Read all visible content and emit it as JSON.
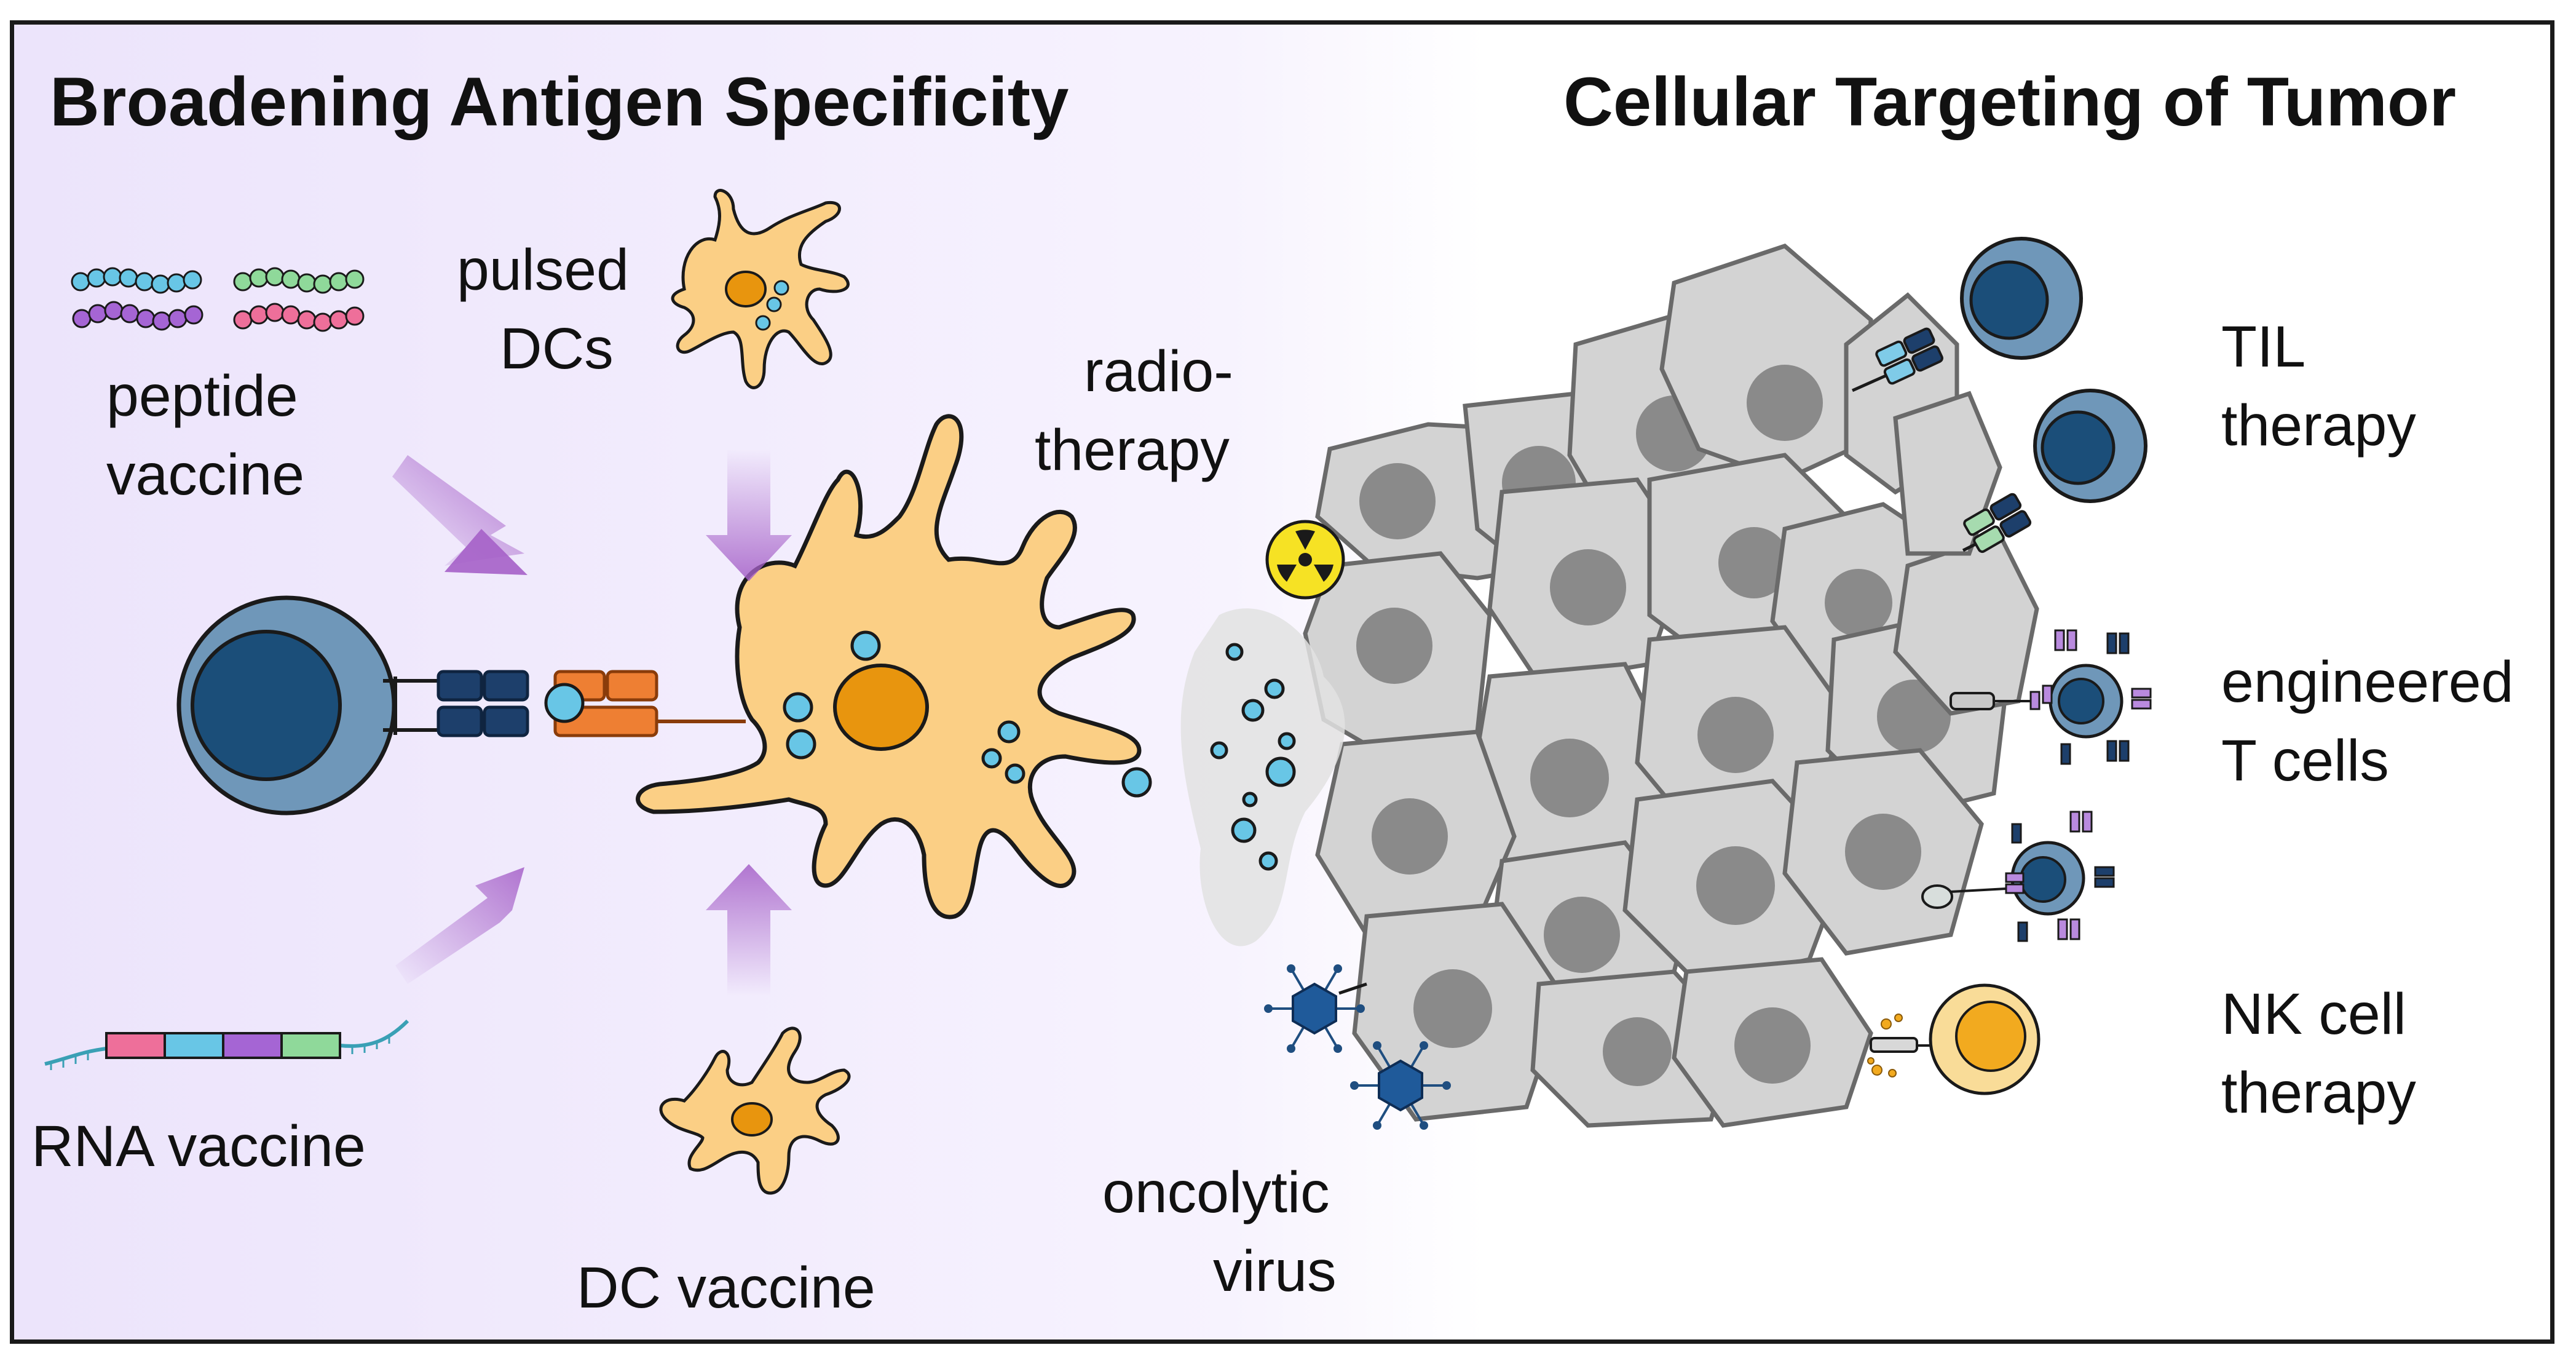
{
  "headings": {
    "left": "Broadening Antigen Specificity",
    "right": "Cellular Targeting of Tumor"
  },
  "labels": {
    "peptide_vaccine": [
      "peptide",
      "vaccine"
    ],
    "pulsed_dcs": [
      "pulsed",
      "DCs"
    ],
    "rna_vaccine": "RNA vaccine",
    "dc_vaccine": "DC vaccine",
    "radiotherapy": [
      "radio-",
      "therapy"
    ],
    "oncolytic_virus": [
      "oncolytic",
      "virus"
    ],
    "til_therapy": [
      "TIL",
      "therapy"
    ],
    "engineered_t_cells": [
      "engineered",
      "T cells"
    ],
    "nk_cell_therapy": [
      "NK cell",
      "therapy"
    ]
  },
  "colors": {
    "t_cell_outer": "#6f97b9",
    "t_cell_nucleus": "#1b4e79",
    "dendritic_cell": "#fbcf85",
    "dc_nucleus": "#e8950e",
    "antigen": "#68c6e6",
    "tumor_cell": "#d3d3d3",
    "tumor_nucleus": "#8a8a8a",
    "arrow": "#a560c8",
    "mhc_orange": "#ee7f33",
    "receptor_navy": "#1d3f6b",
    "nk_cell": "#f2aa1f",
    "virus": "#1f5a9a",
    "car_purple": "#b98ade"
  },
  "icons": [
    "radiation-icon",
    "virus-icon",
    "peptide-chain-icon",
    "rna-strand-icon"
  ]
}
